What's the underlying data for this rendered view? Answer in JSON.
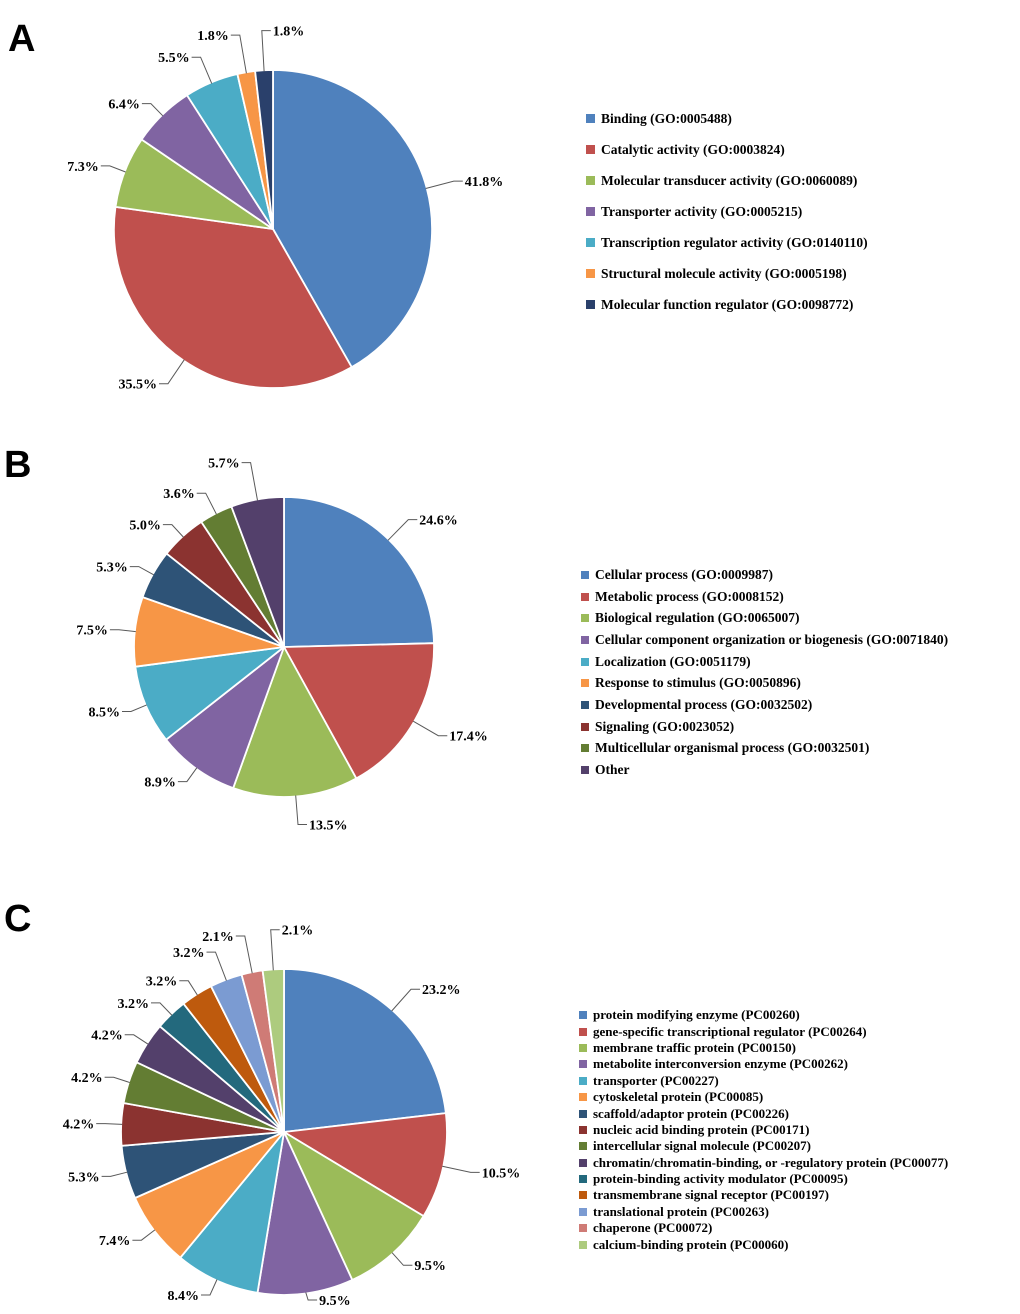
{
  "chart_data": [
    {
      "type": "pie",
      "panel": "A",
      "legend_position": "right",
      "value_label_format": "percent",
      "categories": [
        "Binding (GO:0005488)",
        "Catalytic activity (GO:0003824)",
        "Molecular transducer activity (GO:0060089)",
        "Transporter activity (GO:0005215)",
        "Transcription regulator activity (GO:0140110)",
        "Structural molecule activity (GO:0005198)",
        "Molecular function regulator (GO:0098772)"
      ],
      "values": [
        41.8,
        35.5,
        7.3,
        6.4,
        5.5,
        1.8,
        1.8
      ],
      "colors": [
        "#4F81BD",
        "#C0504D",
        "#9BBB59",
        "#8064A2",
        "#4BACC6",
        "#F79646",
        "#2A406B"
      ]
    },
    {
      "type": "pie",
      "panel": "B",
      "legend_position": "right",
      "value_label_format": "percent",
      "categories": [
        "Cellular process (GO:0009987)",
        "Metabolic process (GO:0008152)",
        "Biological regulation (GO:0065007)",
        "Cellular component organization or biogenesis (GO:0071840)",
        "Localization (GO:0051179)",
        "Response to stimulus (GO:0050896)",
        "Developmental process (GO:0032502)",
        "Signaling (GO:0023052)",
        "Multicellular organismal process (GO:0032501)",
        "Other"
      ],
      "values": [
        24.6,
        17.4,
        13.5,
        8.9,
        8.5,
        7.5,
        5.3,
        5.0,
        3.6,
        5.7
      ],
      "colors": [
        "#4F81BD",
        "#C0504D",
        "#9BBB59",
        "#8064A2",
        "#4BACC6",
        "#F79646",
        "#2E5377",
        "#8B3330",
        "#637D33",
        "#53406B"
      ]
    },
    {
      "type": "pie",
      "panel": "C",
      "legend_position": "right",
      "value_label_format": "percent",
      "categories": [
        "protein modifying enzyme (PC00260)",
        "gene-specific transcriptional regulator (PC00264)",
        "membrane traffic protein (PC00150)",
        "metabolite interconversion enzyme (PC00262)",
        "transporter (PC00227)",
        "cytoskeletal protein (PC00085)",
        "scaffold/adaptor protein (PC00226)",
        "nucleic acid binding protein (PC00171)",
        "intercellular signal molecule (PC00207)",
        "chromatin/chromatin-binding, or -regulatory protein (PC00077)",
        "protein-binding activity modulator (PC00095)",
        "transmembrane signal receptor (PC00197)",
        "translational protein (PC00263)",
        "chaperone (PC00072)",
        "calcium-binding protein (PC00060)"
      ],
      "values": [
        23.2,
        10.5,
        9.5,
        9.5,
        8.4,
        7.4,
        5.3,
        4.2,
        4.2,
        4.2,
        3.2,
        3.2,
        3.2,
        2.1,
        2.1
      ],
      "colors": [
        "#4F81BD",
        "#C0504D",
        "#9BBB59",
        "#8064A2",
        "#4BACC6",
        "#F79646",
        "#2E5377",
        "#8B3330",
        "#637D33",
        "#53406B",
        "#23697D",
        "#BE5A0D",
        "#7B9BD2",
        "#CF7B76",
        "#ADCB7E"
      ]
    }
  ]
}
